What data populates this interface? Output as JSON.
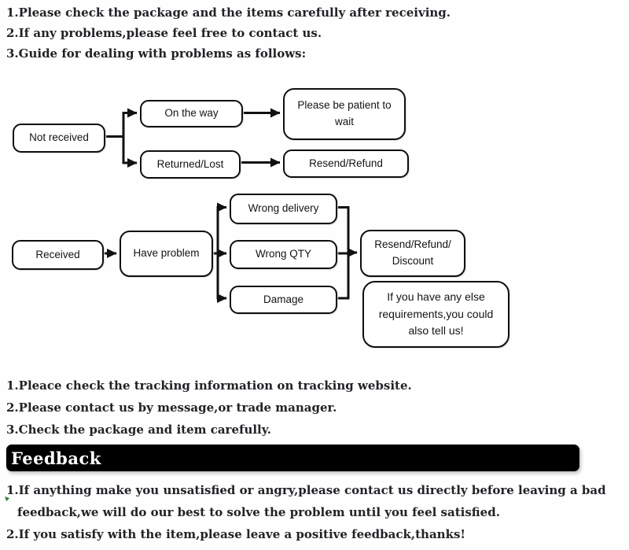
{
  "intro": [
    "1.Please check the package and the items carefully after receiving.",
    "2.If any problems,please feel free to contact us.",
    "3.Guide for dealing with problems as follows:"
  ],
  "chart1": {
    "not_received": "Not received",
    "on_the_way": "On the way",
    "be_patient": "Please be patient to\nwait",
    "returned_lost": "Returned/Lost",
    "resend_refund": "Resend/Refund"
  },
  "chart2": {
    "received": "Received",
    "have_problem": "Have problem",
    "wrong_delivery": "Wrong delivery",
    "wrong_qty": "Wrong QTY",
    "damage": "Damage",
    "resend_refund_discount": "Resend/Refund/\nDiscount",
    "other_requirements": "If you have any else\nrequirements,you could\nalso tell us!"
  },
  "steps": [
    "1.Pleace check the tracking information on tracking website.",
    "2.Please contact us by message,or trade manager.",
    "3.Check the package and item carefully."
  ],
  "feedback": {
    "title": "Feedback",
    "lines": [
      "1.If anything make you unsatisfied or angry,please contact us directly before leaving a bad",
      "feedback,we will do our best to solve the problem until you feel satisfied.",
      "2.If you satisfy with the item,please leave a positive feedback,thanks!"
    ]
  },
  "colors": {
    "text": "#222227",
    "box_border": "#0f0f0f",
    "banner_bg": "#000000",
    "banner_text": "#ffffff",
    "accent_green": "#2f7d33"
  }
}
